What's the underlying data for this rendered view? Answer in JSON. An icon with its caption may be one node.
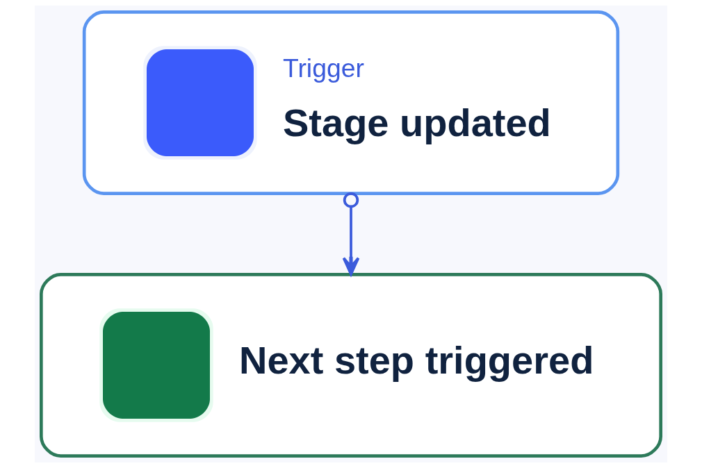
{
  "diagram": {
    "nodes": [
      {
        "text": [
          "Trigger",
          "Stage updated"
        ]
      },
      {
        "text": [
          "Next step triggered"
        ]
      }
    ],
    "edges": [
      {
        "from": 0,
        "to": 1,
        "arrow": "to"
      }
    ]
  }
}
